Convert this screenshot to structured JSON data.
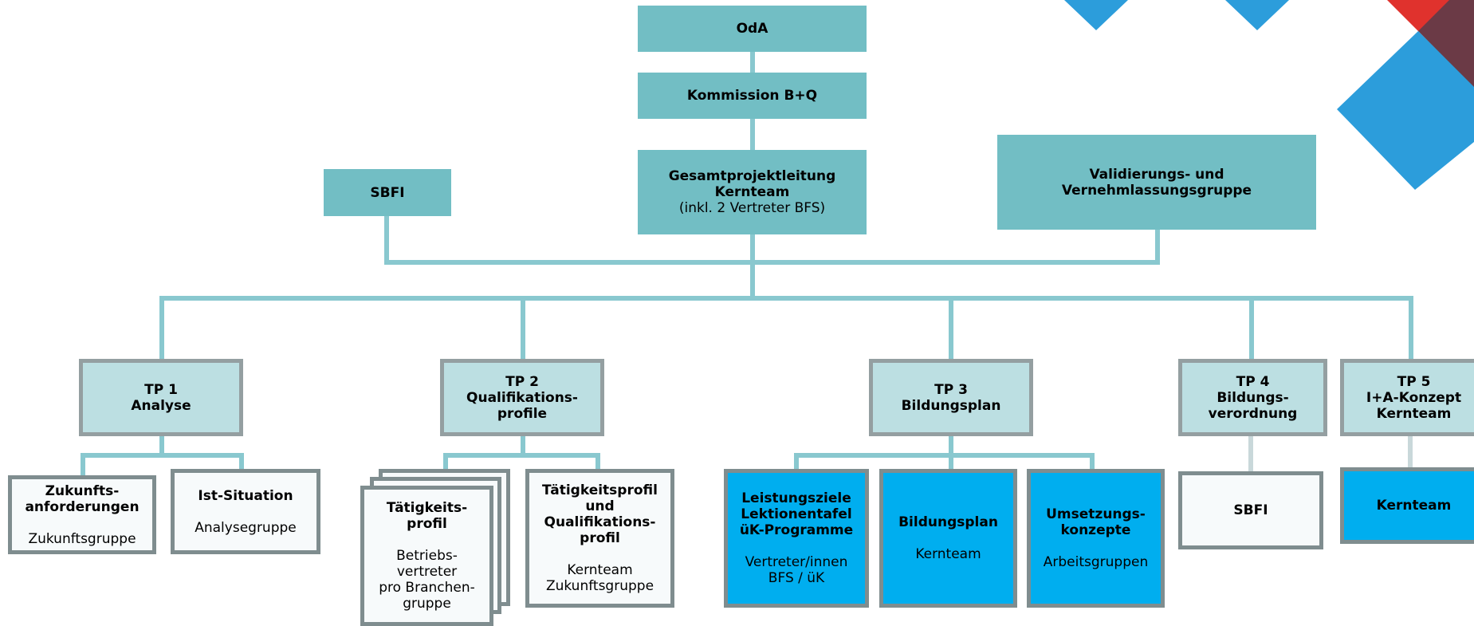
{
  "top": {
    "oda": "OdA",
    "kommission": "Kommission B+Q",
    "gesamt_title": "Gesamtprojektleitung",
    "gesamt_sub": "Kernteam",
    "gesamt_note": "(inkl. 2 Vertreter BFS)",
    "sbfi": "SBFI",
    "validierung_1": "Validierungs- und",
    "validierung_2": "Vernehmlassungsgruppe"
  },
  "tp": [
    {
      "line1": "TP 1",
      "line2": "Analyse"
    },
    {
      "line1": "TP 2",
      "line2": "Qualifikations-",
      "line3": "profile"
    },
    {
      "line1": "TP 3",
      "line2": "Bildungsplan"
    },
    {
      "line1": "TP 4",
      "line2": "Bildungs-",
      "line3": "verordnung"
    },
    {
      "line1": "TP 5",
      "line2": "I+A-Konzept",
      "line3": "Kernteam"
    }
  ],
  "tp1_children": {
    "zukunft_t1": "Zukunfts-",
    "zukunft_t2": "anforderungen",
    "zukunft_sub": "Zukunftsgruppe",
    "ist_title": "Ist-Situation",
    "ist_sub": "Analysegruppe"
  },
  "tp2_children": {
    "taet_t1": "Tätigkeits-",
    "taet_t2": "profil",
    "taet_s1": "Betriebs-",
    "taet_s2": "vertreter",
    "taet_s3": "pro Branchen-",
    "taet_s4": "gruppe",
    "tq_t1": "Tätigkeitsprofil",
    "tq_t2": "und",
    "tq_t3": "Qualifikations-",
    "tq_t4": "profil",
    "tq_s1": "Kernteam",
    "tq_s2": "Zukunftsgruppe"
  },
  "tp3_children": {
    "lz_t1": "Leistungsziele",
    "lz_t2": "Lektionentafel",
    "lz_t3": "üK-Programme",
    "lz_s1": "Vertreter/innen",
    "lz_s2": "BFS / üK",
    "bp_title": "Bildungsplan",
    "bp_sub": "Kernteam",
    "um_t1": "Umsetzungs-",
    "um_t2": "konzepte",
    "um_sub": "Arbeitsgruppen"
  },
  "tp4_children": {
    "sbfi": "SBFI"
  },
  "tp5_children": {
    "kernteam": "Kernteam"
  },
  "colors": {
    "teal": "#72bec4",
    "light_teal": "#bcdfe2",
    "blue": "#00aeef",
    "connector": "#89c8cf",
    "deco_blue": "#2c9ddb",
    "deco_red": "#e0322d",
    "deco_maroon": "#6b3a46"
  },
  "icons": [
    "diamond-decoration"
  ]
}
